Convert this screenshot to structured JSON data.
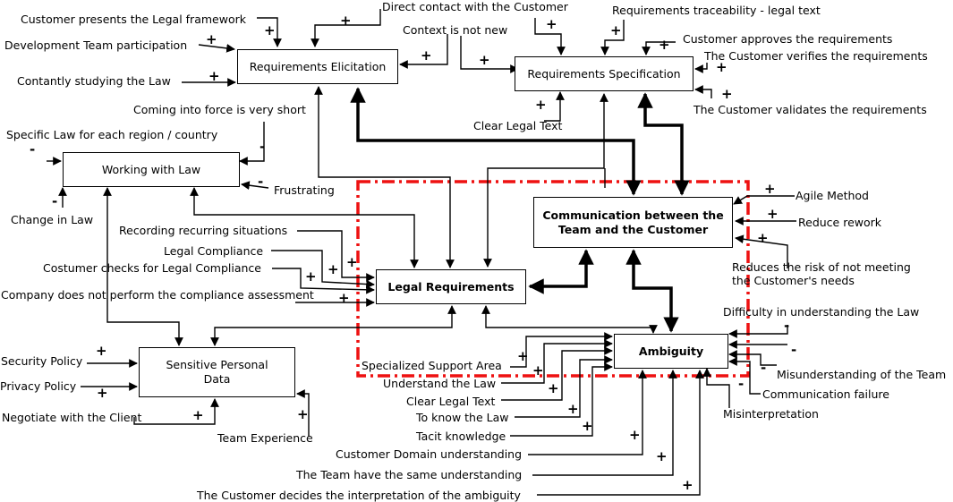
{
  "boxes": {
    "requirements_elicitation": "Requirements Elicitation",
    "requirements_specification": "Requirements Specification",
    "working_with_law": "Working with Law",
    "communication": "Communication between the Team and the Customer",
    "legal_requirements": "Legal Requirements",
    "sensitive_personal_data": "Sensitive Personal Data",
    "ambiguity": "Ambiguity"
  },
  "labels": {
    "customer_presents_legal_framework": "Customer presents the Legal framework",
    "development_team_participation": "Development Team participation",
    "constantly_studying_law": "Contantly studying the Law",
    "direct_contact_customer": "Direct contact with the Customer",
    "context_not_new": "Context is not new",
    "requirements_traceability": "Requirements traceability - legal text",
    "customer_approves": "Customer approves the requirements",
    "customer_verifies": "The Customer verifies the requirements",
    "customer_validates": "The Customer validates the requirements",
    "clear_legal_text_spec": "Clear Legal Text",
    "coming_into_force": "Coming into force is very short",
    "specific_law_region": "Specific Law for each region / country",
    "frustrating": "Frustrating",
    "change_in_law": "Change in Law",
    "recording_recurring": "Recording recurring situations",
    "legal_compliance": "Legal Compliance",
    "costumer_checks": "Costumer checks for Legal Compliance",
    "company_no_assessment": "Company does not perform the compliance assessment",
    "agile_method": "Agile Method",
    "reduce_rework": "Reduce rework",
    "reduces_risk": "Reduces the risk of not meeting\nthe Customer's needs",
    "difficulty_understanding": "Difficulty in understanding the Law",
    "misunderstanding_team": "Misunderstanding of the Team",
    "communication_failure": "Communication failure",
    "misinterpretation": "Misinterpretation",
    "security_policy": "Security Policy",
    "privacy_policy": "Privacy Policy",
    "negotiate_client": "Negotiate with the Client",
    "team_experience": "Team Experience",
    "specialized_support": "Specialized Support Area",
    "understand_law": "Understand the Law",
    "clear_legal_text_amb": "Clear Legal Text",
    "to_know_law": "To know the Law",
    "tacit_knowledge": "Tacit knowledge",
    "customer_domain": "Customer Domain understanding",
    "team_same_understanding": "The Team have the same understanding",
    "customer_decides": "The Customer decides the interpretation of the ambiguity"
  },
  "signs": {
    "plus": "+",
    "minus": "-"
  },
  "colors": {
    "line": "#000000",
    "boundary": "#ee1111"
  }
}
